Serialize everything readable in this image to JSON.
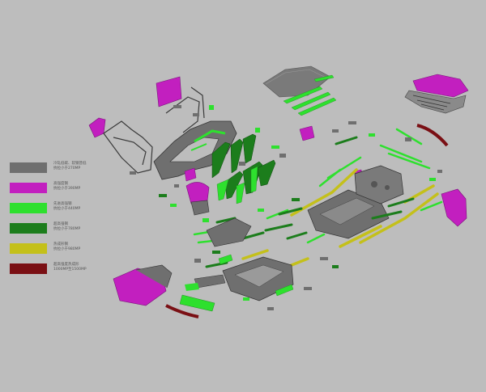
{
  "diagram": {
    "legend": [
      {
        "line1": "冷轧低碳、软钢普低",
        "line2": "抗拉小于270MP",
        "color": "#6f6f6f"
      },
      {
        "line1": "高强度钢",
        "line2": "抗拉小于390MP",
        "color": "#c21fbf"
      },
      {
        "line1": "先进高强钢",
        "line2": "抗拉小于440MP",
        "color": "#2ee02e"
      },
      {
        "line1": "超高强钢",
        "line2": "抗拉小于780MP",
        "color": "#1c7d1c"
      },
      {
        "line1": "热成形钢",
        "line2": "抗拉小于980MP",
        "color": "#c4c01a"
      },
      {
        "line1": "超高强度热成形",
        "line2": "1000MP至1500MP",
        "color": "#7a0f14"
      }
    ],
    "colors": {
      "background": "#bdbdbd",
      "mild": "#6f6f6f",
      "high": "#c21fbf",
      "advanced": "#2ee02e",
      "ultra": "#1c7d1c",
      "hotformed": "#c4c01a",
      "hotformed_ultra": "#7a0f14",
      "outline": "#3a3a3a"
    }
  }
}
